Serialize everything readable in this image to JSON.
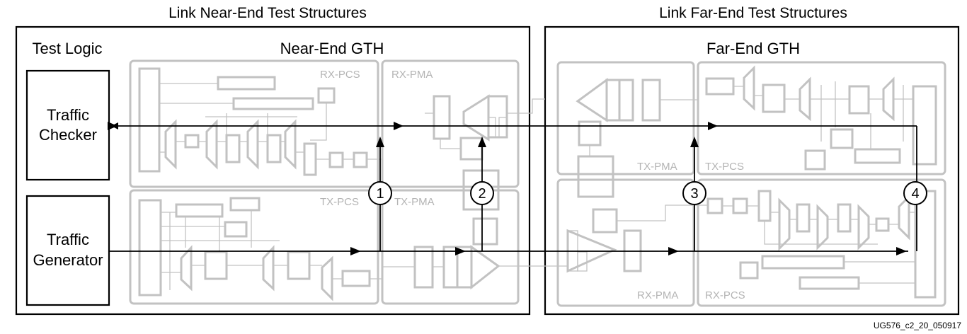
{
  "headings": {
    "near_end": "Link Near-End Test Structures",
    "far_end": "Link Far-End Test Structures"
  },
  "test_logic": {
    "title": "Test Logic",
    "checker": [
      "Traffic",
      "Checker"
    ],
    "generator": [
      "Traffic",
      "Generator"
    ]
  },
  "near_gth": {
    "title": "Near-End GTH",
    "rx_pcs": "RX-PCS",
    "rx_pma": "RX-PMA",
    "tx_pcs": "TX-PCS",
    "tx_pma": "TX-PMA"
  },
  "far_gth": {
    "title": "Far-End GTH",
    "tx_pma": "TX-PMA",
    "tx_pcs": "TX-PCS",
    "rx_pma": "RX-PMA",
    "rx_pcs": "RX-PCS"
  },
  "loopbacks": [
    "1",
    "2",
    "3",
    "4"
  ],
  "figure_id": "UG576_c2_20_050917"
}
